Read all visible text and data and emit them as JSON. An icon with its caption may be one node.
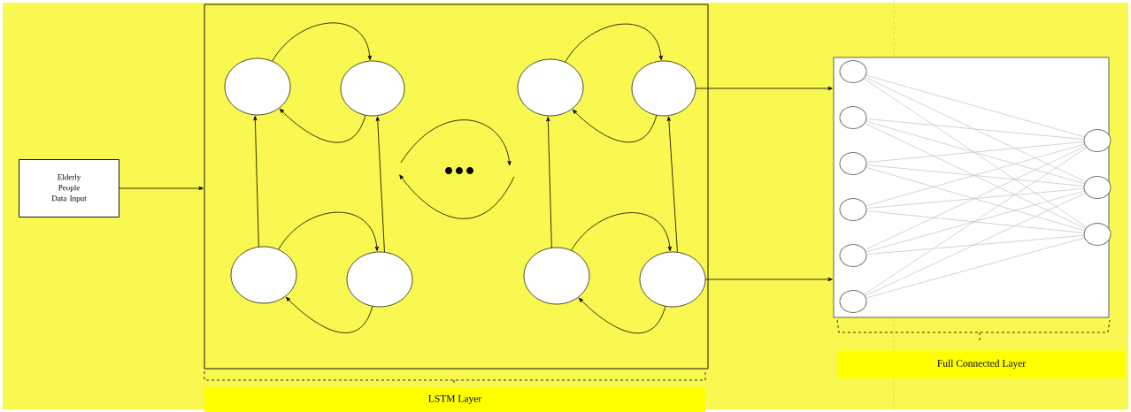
{
  "diagram": {
    "nodes": [
      {
        "text": [
          "Elderly People Data Input"
        ]
      },
      {
        "text": [],
        "shape": "box"
      },
      {
        "text": [],
        "shape": "circle",
        "in": 1
      },
      {
        "text": [],
        "shape": "circle",
        "in": 1
      },
      {
        "text": [],
        "shape": "circle",
        "in": 1
      },
      {
        "text": [],
        "shape": "circle",
        "in": 1
      },
      {
        "text": [],
        "shape": "circle",
        "in": 1
      },
      {
        "text": [],
        "shape": "circle",
        "in": 1
      },
      {
        "text": [],
        "shape": "circle",
        "in": 1
      },
      {
        "text": [],
        "shape": "circle",
        "in": 1
      },
      {
        "text": [],
        "shape": "box"
      },
      {
        "text": [],
        "shape": "circle",
        "in": 10
      },
      {
        "text": [],
        "shape": "circle",
        "in": 10
      },
      {
        "text": [],
        "shape": "circle",
        "in": 10
      },
      {
        "text": [],
        "shape": "circle",
        "in": 10
      },
      {
        "text": [],
        "shape": "circle",
        "in": 10
      },
      {
        "text": [],
        "shape": "circle",
        "in": 10
      },
      {
        "text": [],
        "shape": "circle",
        "in": 10
      },
      {
        "text": [],
        "shape": "circle",
        "in": 10
      },
      {
        "text": [],
        "shape": "circle",
        "in": 10
      },
      {
        "text": [
          "LSTM Layer"
        ]
      },
      {
        "text": [
          "Full Connected Layer"
        ]
      }
    ],
    "edges": [
      {
        "from": 0,
        "to": 1,
        "arrow": "to",
        "color": "#000000"
      },
      {
        "from": 2,
        "to": 3,
        "arrow": "to",
        "color": "#000000"
      },
      {
        "from": 3,
        "to": 2,
        "arrow": "to",
        "color": "#000000"
      },
      {
        "from": 4,
        "to": 5,
        "arrow": "to",
        "color": "#000000"
      },
      {
        "from": 5,
        "to": 4,
        "arrow": "to",
        "color": "#000000"
      },
      {
        "from": 4,
        "to": 2,
        "arrow": "to",
        "color": "#000000"
      },
      {
        "from": 5,
        "to": 3,
        "arrow": "to",
        "color": "#000000"
      },
      {
        "from": 6,
        "to": 7,
        "arrow": "to",
        "color": "#000000"
      },
      {
        "from": 7,
        "to": 6,
        "arrow": "to",
        "color": "#000000"
      },
      {
        "from": 8,
        "to": 9,
        "arrow": "to",
        "color": "#000000"
      },
      {
        "from": 9,
        "to": 8,
        "arrow": "to",
        "color": "#000000"
      },
      {
        "from": 8,
        "to": 6,
        "arrow": "to",
        "color": "#000000"
      },
      {
        "from": 9,
        "to": 7,
        "arrow": "to",
        "color": "#000000"
      },
      {
        "from": 7,
        "to": 10,
        "arrow": "to",
        "color": "#000000"
      },
      {
        "from": 9,
        "to": 10,
        "arrow": "to",
        "color": "#000000"
      },
      {
        "from": 11,
        "to": 17,
        "arrow": "none",
        "color": "#c8c8c8"
      },
      {
        "from": 11,
        "to": 18,
        "arrow": "none",
        "color": "#c8c8c8"
      },
      {
        "from": 11,
        "to": 19,
        "arrow": "none",
        "color": "#c8c8c8"
      },
      {
        "from": 12,
        "to": 17,
        "arrow": "none",
        "color": "#c8c8c8"
      },
      {
        "from": 12,
        "to": 18,
        "arrow": "none",
        "color": "#c8c8c8"
      },
      {
        "from": 12,
        "to": 19,
        "arrow": "none",
        "color": "#c8c8c8"
      },
      {
        "from": 13,
        "to": 17,
        "arrow": "none",
        "color": "#c8c8c8"
      },
      {
        "from": 13,
        "to": 18,
        "arrow": "none",
        "color": "#c8c8c8"
      },
      {
        "from": 13,
        "to": 19,
        "arrow": "none",
        "color": "#c8c8c8"
      },
      {
        "from": 14,
        "to": 17,
        "arrow": "none",
        "color": "#c8c8c8"
      },
      {
        "from": 14,
        "to": 18,
        "arrow": "none",
        "color": "#c8c8c8"
      },
      {
        "from": 14,
        "to": 19,
        "arrow": "none",
        "color": "#c8c8c8"
      },
      {
        "from": 15,
        "to": 17,
        "arrow": "none",
        "color": "#c8c8c8"
      },
      {
        "from": 15,
        "to": 18,
        "arrow": "none",
        "color": "#c8c8c8"
      },
      {
        "from": 15,
        "to": 19,
        "arrow": "none",
        "color": "#c8c8c8"
      },
      {
        "from": 16,
        "to": 17,
        "arrow": "none",
        "color": "#c8c8c8"
      },
      {
        "from": 16,
        "to": 18,
        "arrow": "none",
        "color": "#c8c8c8"
      },
      {
        "from": 16,
        "to": 19,
        "arrow": "none",
        "color": "#c8c8c8"
      }
    ]
  }
}
